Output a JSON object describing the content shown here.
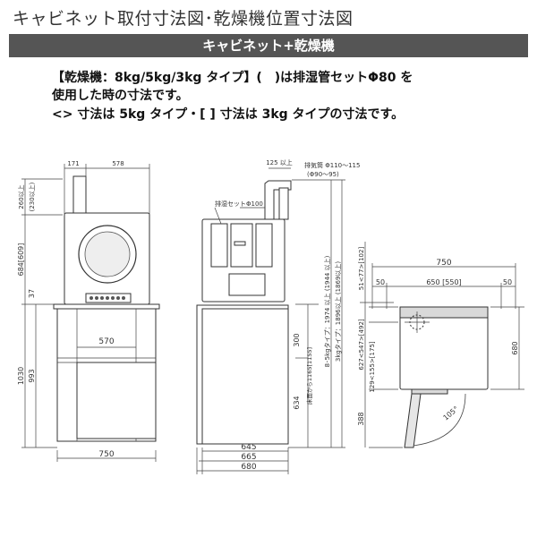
{
  "header": {
    "title": "キャビネット取付寸法図･乾燥機位置寸法図",
    "banner": "キャビネット+乾燥機"
  },
  "notes": {
    "line1": "【乾燥機：8kg/5kg/3kg タイプ】(　)は排湿管セットΦ80 を",
    "line2": "使用した時の寸法です。",
    "line3": "<> 寸法は 5kg タイプ・[ ] 寸法は 3kg タイプの寸法です。"
  },
  "front_view": {
    "dim_171": "171",
    "dim_578": "578",
    "dim_260": "260以上",
    "dim_230": "(230以上)",
    "dim_684": "684[609]",
    "dim_37": "37",
    "dim_1030": "1030",
    "dim_993": "993",
    "dim_570": "570",
    "dim_750": "750"
  },
  "side_view": {
    "dim_125": "125 以上",
    "exhaust_pipe": "排気筒 Φ110～115",
    "exhaust_pipe_alt": "(Φ90～95)",
    "exhaust_set": "排湿セットΦ100",
    "dim_300": "300",
    "dim_634": "634",
    "dim_floor_to_cabinet": "床面から1165[1155]",
    "dim_8_5kg": "8･5kgタイプ：1974 以上 (1944 以上)",
    "dim_3kg": "3kgタイプ：1896以上 (1869以上)",
    "dim_645": "645",
    "dim_665": "665",
    "dim_680": "680"
  },
  "top_view": {
    "dim_750": "750",
    "dim_50_left": "50",
    "dim_650": "650 [550]",
    "dim_50_right": "50",
    "dim_51": "51<77>[102]",
    "dim_627": "627<547>[492]",
    "dim_129": "129<155>[175]",
    "dim_680": "680",
    "dim_388": "388",
    "angle": "105°"
  }
}
